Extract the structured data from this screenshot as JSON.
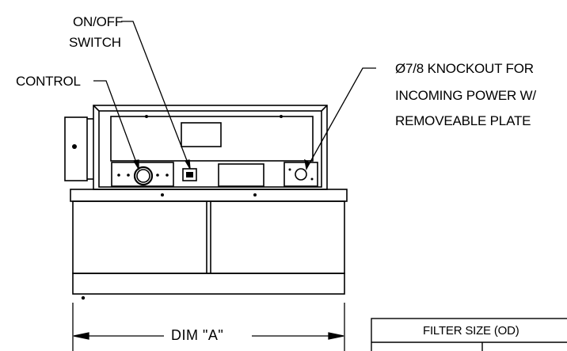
{
  "labels": {
    "switch_line1": "ON/OFF",
    "switch_line2": "SWITCH",
    "control": "CONTROL",
    "knockout_line1": "Ø7/8 KNOCKOUT FOR",
    "knockout_line2": "INCOMING POWER W/",
    "knockout_line3": "REMOVEABLE PLATE",
    "dimension": "DIM \"A\""
  },
  "table": {
    "title": "FILTER SIZE (OD)"
  }
}
